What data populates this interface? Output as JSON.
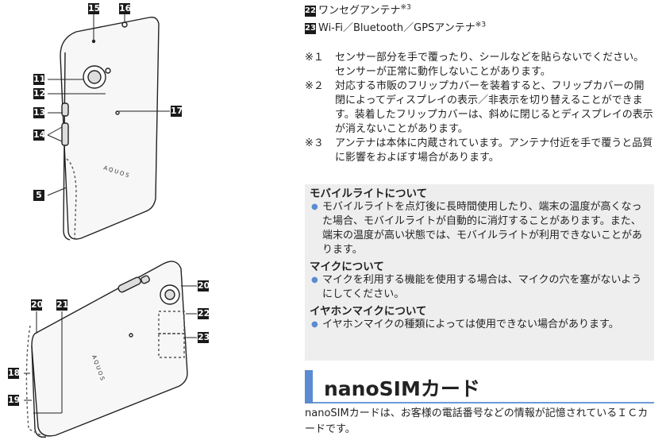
{
  "figure": {
    "labels": [
      "15",
      "16",
      "11",
      "12",
      "13",
      "14",
      "17",
      "5",
      "20",
      "21",
      "22",
      "23",
      "18",
      "19",
      "20"
    ],
    "brand_text": "AQUOS"
  },
  "antennas": [
    {
      "num": "22",
      "text": "ワンセグアンテナ",
      "note": "※3"
    },
    {
      "num": "23",
      "text": "Wi-Fi／Bluetooth／GPSアンテナ",
      "note": "※3"
    }
  ],
  "notes": [
    {
      "key": "※１",
      "text": "センサー部分を手で覆ったり、シールなどを貼らないでください。センサーが正常に動作しないことがあります。"
    },
    {
      "key": "※２",
      "text": "対応する市販のフリップカバーを装着すると、フリップカバーの開閉によってディスプレイの表示／非表示を切り替えることができます。装着したフリップカバーは、斜めに閉じるとディスプレイの表示が消えないことがあります。"
    },
    {
      "key": "※３",
      "text": "アンテナは本体に内蔵されています。アンテナ付近を手で覆うと品質に影響をおよぼす場合があります。"
    }
  ],
  "info_box": [
    {
      "title": "モバイルライトについて",
      "bullet": "モバイルライトを点灯後に長時間使用したり、端末の温度が高くなった場合、モバイルライトが自動的に消灯することがあります。また、端末の温度が高い状態では、モバイルライトが利用できないことがあります。"
    },
    {
      "title": "マイクについて",
      "bullet": "マイクを利用する機能を使用する場合は、マイクの穴を塞がないようにしてください。"
    },
    {
      "title": "イヤホンマイクについて",
      "bullet": "イヤホンマイクの種類によっては使用できない場合があります。"
    }
  ],
  "section": {
    "title": "nanoSIMカード",
    "body": "nanoSIMカードは、お客様の電話番号などの情報が記憶されているＩＣカードです。"
  },
  "colors": {
    "accent": "#5b8bd0",
    "box_bg": "#eeeeee",
    "badge": "#1a1a1a"
  }
}
